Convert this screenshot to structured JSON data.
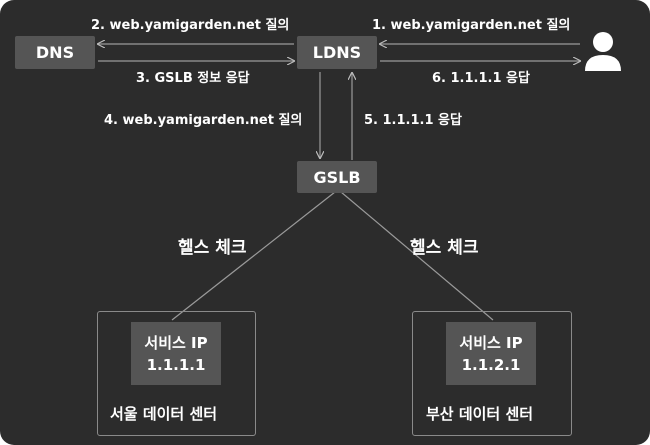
{
  "nodes": {
    "dns": "DNS",
    "ldns": "LDNS",
    "gslb": "GSLB"
  },
  "steps": {
    "s1": "1. web.yamigarden.net 질의",
    "s2": "2. web.yamigarden.net 질의",
    "s3": "3. GSLB 정보 응답",
    "s4": "4. web.yamigarden.net 질의",
    "s5": "5. 1.1.1.1 응답",
    "s6": "6. 1.1.1.1 응답"
  },
  "health_check": {
    "left": "헬스 체크",
    "right": "헬스 체크"
  },
  "datacenters": {
    "seoul": {
      "service_label": "서비스 IP",
      "ip": "1.1.1.1",
      "name": "서울 데이터 센터"
    },
    "busan": {
      "service_label": "서비스 IP",
      "ip": "1.1.2.1",
      "name": "부산 데이터 센터"
    }
  },
  "colors": {
    "background": "#2c2c2c",
    "box": "#555555",
    "line": "#9a9a9a",
    "text": "#ffffff"
  },
  "icons": {
    "user": "user-icon"
  }
}
